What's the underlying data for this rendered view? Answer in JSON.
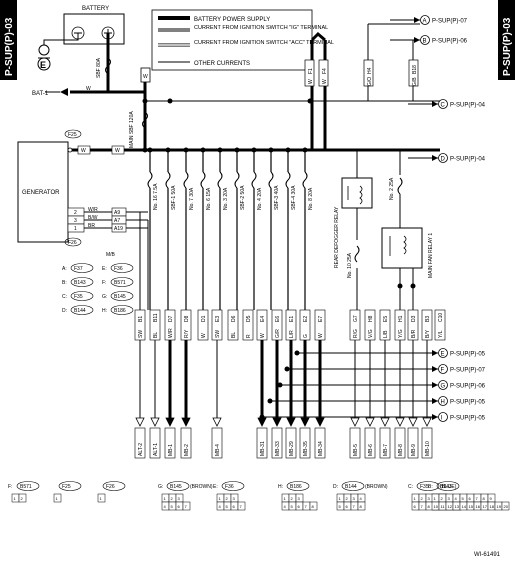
{
  "page_id": "P-SUP(P)-03",
  "figure_id": "WI-61491",
  "legend": [
    {
      "style": "heavy",
      "label": "BATTERY POWER SUPPLY"
    },
    {
      "style": "double",
      "label": "CURRENT FROM IGNITION SWITCH \"IG\" TERMINAL"
    },
    {
      "style": "double-hollow",
      "label": "CURRENT FROM IGNITION SWITCH \"ACC\" TERMINAL"
    },
    {
      "style": "thin",
      "label": "OTHER CURRENTS"
    }
  ],
  "components": {
    "battery": "BATTERY",
    "ground": "E",
    "generator": "GENERATOR",
    "bat_terminal": "BAT-1",
    "mb": "M/B",
    "f25": "F25",
    "f26": "F26",
    "sbf_80a": "SBF 80A",
    "sbf_120a": "MAIN SBF 120A",
    "rear_defogger": "REAR DEFOGGER RELAY",
    "main_fan": "MAIN FAN RELAY 1",
    "fuse_25a": "No. 2  25A",
    "fuse_10_25a": "No. 10  25A"
  },
  "refs": {
    "A": "P-SUP(P)-07",
    "B": "P-SUP(P)-06",
    "C": "P-SUP(P)-04",
    "D": "P-SUP(P)-04",
    "E": "P-SUP(P)-05",
    "F": "P-SUP(P)-07",
    "G": "P-SUP(P)-06",
    "H": "P-SUP(P)-05",
    "I": "P-SUP(P)-05"
  },
  "fuses": [
    "No. 16  7.5A",
    "SBF-1  50A",
    "No. 7  30A",
    "No. 6  15A",
    "No. 3  20A",
    "SBF-2  50A",
    "No. 4  20A",
    "SBF-3  40A",
    "SBF-4  30A",
    "No. 8  20A"
  ],
  "gen_pins": [
    {
      "pin": "2",
      "wire": "W/R",
      "term": "A9"
    },
    {
      "pin": "3",
      "wire": "B/W",
      "term": "A7"
    },
    {
      "pin": "1",
      "wire": "BR",
      "term": "A19"
    }
  ],
  "wire_w": "W",
  "mb_map": [
    {
      "l": "A:",
      "r": "F37"
    },
    {
      "l": "E:",
      "r": "F36"
    },
    {
      "l": "B:",
      "r": "B143"
    },
    {
      "l": "F:",
      "r": "B571"
    },
    {
      "l": "C:",
      "r": "F35"
    },
    {
      "l": "G:",
      "r": "B145"
    },
    {
      "l": "D:",
      "r": "B144"
    },
    {
      "l": "H:",
      "r": "B186"
    }
  ],
  "top_pins": [
    {
      "pin": "F1",
      "wire": "W"
    },
    {
      "pin": "F4",
      "wire": "W"
    },
    {
      "pin": "H4",
      "wire": "G/O"
    },
    {
      "pin": "B18",
      "wire": "G/B"
    }
  ],
  "bottom_pins": [
    {
      "pin": "B1",
      "wire": "SW"
    },
    {
      "pin": "B11",
      "wire": "BL"
    },
    {
      "pin": "D7",
      "wire": "W/R"
    },
    {
      "pin": "D8",
      "wire": "R/Y"
    },
    {
      "pin": "D1",
      "wire": "W"
    },
    {
      "pin": "E3",
      "wire": "SW"
    },
    {
      "pin": "D6",
      "wire": "BL"
    },
    {
      "pin": "D5",
      "wire": "R"
    },
    {
      "pin": "E4",
      "wire": "W"
    },
    {
      "pin": "E6",
      "wire": "G/R"
    },
    {
      "pin": "E1",
      "wire": "L/R"
    },
    {
      "pin": "E2",
      "wire": "G"
    },
    {
      "pin": "E7",
      "wire": "W"
    },
    {
      "pin": "G7",
      "wire": "R/G"
    },
    {
      "pin": "H8",
      "wire": "V/G"
    },
    {
      "pin": "E5",
      "wire": "L/B"
    },
    {
      "pin": "H1",
      "wire": "Y/G"
    },
    {
      "pin": "D3",
      "wire": "B/R"
    },
    {
      "pin": "B3",
      "wire": "B/Y"
    },
    {
      "pin": "C10",
      "wire": "Y/L"
    }
  ],
  "arrows": [
    "ALT-2",
    "ALT-1",
    "MB-1",
    "MB-2",
    "MB-4",
    "MB-31",
    "MB-33",
    "MB-29",
    "MB-35",
    "MB-34",
    "MB-5",
    "MB-6",
    "MB-7",
    "MB-8",
    "MB-9",
    "MB-10"
  ],
  "connectors": [
    {
      "code": "F:",
      "ref": "B571",
      "rows": [
        [
          "1",
          "2"
        ]
      ]
    },
    {
      "code": "",
      "ref": "F25",
      "rows": [
        [
          "1"
        ]
      ]
    },
    {
      "code": "",
      "ref": "F26",
      "rows": [
        [
          "1"
        ]
      ]
    },
    {
      "code": "G:",
      "ref": "B145",
      "note": "(BROWN)",
      "rows": [
        [
          "1",
          "2",
          "3"
        ],
        [
          "4",
          "5",
          "6",
          "7"
        ]
      ]
    },
    {
      "code": "E:",
      "ref": "F36",
      "rows": [
        [
          "1",
          "2",
          "3"
        ],
        [
          "4",
          "5",
          "6",
          "7"
        ]
      ]
    },
    {
      "code": "H:",
      "ref": "B186",
      "rows": [
        [
          "1",
          "2",
          "3"
        ],
        [
          "4",
          "5",
          "6",
          "7",
          "8"
        ]
      ]
    },
    {
      "code": "D:",
      "ref": "B144",
      "note": "(BROWN)",
      "rows": [
        [
          "1",
          "2",
          "3",
          "4"
        ],
        [
          "5",
          "6",
          "7",
          "8"
        ]
      ]
    },
    {
      "code": "C:",
      "ref": "F35",
      "note": "(BLUE)",
      "rows": [
        [
          "1",
          "2",
          "3",
          "4",
          "5"
        ],
        [
          "6",
          "7",
          "8",
          "9",
          "10",
          "11",
          "12"
        ]
      ]
    },
    {
      "code": "B:",
      "ref": "B143",
      "rows": [
        [
          "1",
          "2",
          "3",
          "4",
          "5",
          "6",
          "7",
          "8",
          "9"
        ],
        [
          "10",
          "11",
          "12",
          "13",
          "14",
          "15",
          "16",
          "17",
          "18",
          "19",
          "20"
        ]
      ]
    },
    {
      "code": "A:",
      "ref": "F37",
      "rows": [
        [
          "1",
          "2",
          "3",
          "4",
          "5",
          "6",
          "7",
          "8",
          "9"
        ],
        [
          "10",
          "11",
          "12",
          "13",
          "14",
          "15",
          "16",
          "17",
          "18",
          "19",
          "20"
        ]
      ]
    }
  ],
  "colors": {
    "line": "#000000",
    "bg": "#ffffff",
    "tab": "#000000"
  }
}
